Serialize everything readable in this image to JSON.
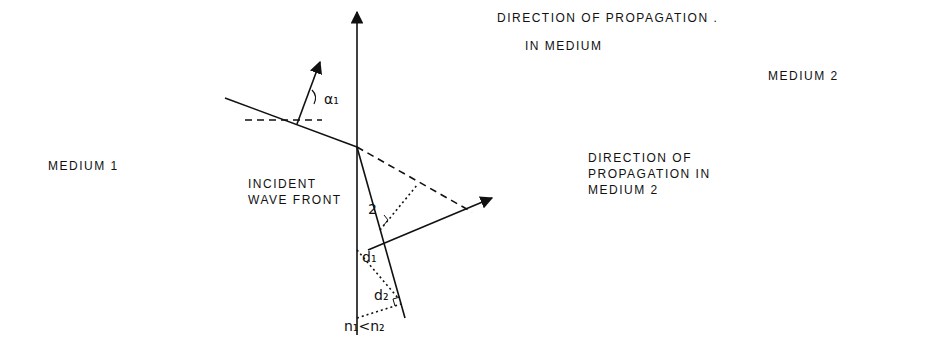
{
  "diagram": {
    "labels": [
      "DIRECTION OF PROPAGATION .",
      "IN MEDIUM",
      "MEDIUM 1",
      "MEDIUM 2",
      "INCIDENT WAVE FRONT",
      "DIRECTION OF PROPAGATION IN MEDIUM 2",
      "α₁",
      "d₁",
      "d₂",
      "2",
      "n₁<n₂"
    ]
  }
}
